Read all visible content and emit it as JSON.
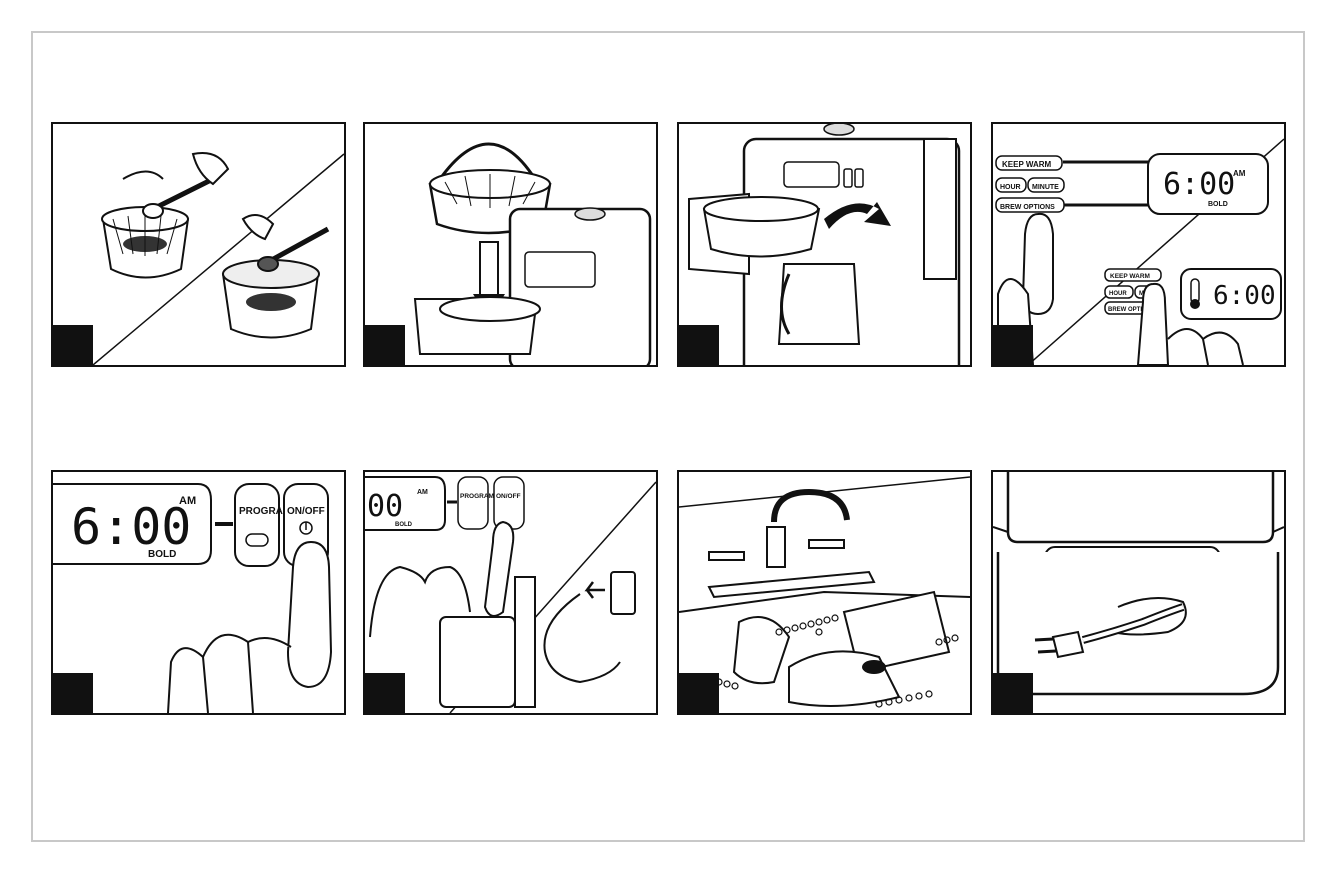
{
  "panels": [
    {
      "id": 1,
      "subject": "scoop coffee into filter basket"
    },
    {
      "id": 2,
      "subject": "place filter basket into brewer"
    },
    {
      "id": 3,
      "subject": "close brew basket door"
    },
    {
      "id": 4,
      "subject": "press keep warm / brew options"
    },
    {
      "id": 5,
      "subject": "press on/off"
    },
    {
      "id": 6,
      "subject": "plug into outlet"
    },
    {
      "id": 7,
      "subject": "wash parts in sink"
    },
    {
      "id": 8,
      "subject": "cord storage"
    }
  ],
  "display": {
    "time": "6:00",
    "ampm": "AM",
    "strength": "BOLD"
  },
  "buttons": {
    "keep_warm": "KEEP WARM",
    "hour": "HOUR",
    "minute": "MINUTE",
    "brew_options": "BREW OPTIONS",
    "program": "PROGRAM",
    "on_off": "ON/OFF",
    "keep_warm_small": "KEEP WARM",
    "hour_small": "HOUR",
    "minute_small": "MIN",
    "brew_options_small": "BREW OPTION"
  }
}
